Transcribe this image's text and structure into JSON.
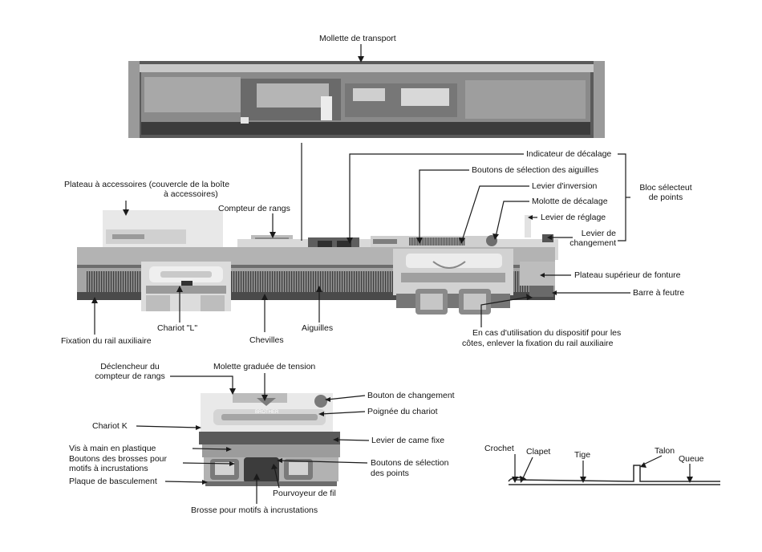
{
  "labels": {
    "mollette_transport": "Mollette de transport",
    "indicateur_decalage": "Indicateur de décalage",
    "boutons_selection_aiguilles": "Boutons de sélection des aiguilles",
    "levier_inversion": "Levier d'inversion",
    "molotte_decalage": "Molotte de décalage",
    "levier_reglage": "Levier de réglage",
    "levier_changement_1": "Levier de",
    "levier_changement_2": "changement",
    "bloc_selecteur_1": "Bloc sélecteut",
    "bloc_selecteur_2": "de points",
    "plateau_accessoires_1": "Plateau à accessoires (couvercle de la boîte",
    "plateau_accessoires_2": "à accessoires)",
    "compteur_rangs": "Compteur de rangs",
    "plateau_superieur": "Plateau supérieur de fonture",
    "barre_feutre": "Barre à feutre",
    "fixation_rail": "Fixation du rail auxiliaire",
    "chariot_l": "Chariot \"L\"",
    "chevilles": "Chevilles",
    "aiguilles": "Aiguilles",
    "note_cotes_1": "En cas d'utilisation du dispositif pour les",
    "note_cotes_2": "côtes, enlever la fixation du rail auxiliaire",
    "declencheur_1": "Déclencheur du",
    "declencheur_2": "compteur de rangs",
    "molette_tension": "Molette graduée de tension",
    "bouton_changement": "Bouton de changement",
    "poignee_chariot": "Poignée du chariot",
    "chariot_k": "Chariot K",
    "levier_came": "Levier de came fixe",
    "vis_plastique": "Vis à main en plastique",
    "boutons_brosses_1": "Boutons des brosses pour",
    "boutons_brosses_2": "motifs à incrustations",
    "plaque_basculement": "Plaque de basculement",
    "boutons_selection_points_1": "Boutons de sélection",
    "boutons_selection_points_2": "des points",
    "pourvoyeur_fil": "Pourvoyeur de fil",
    "brosse_motifs": "Brosse pour motifs à incrustations",
    "crochet": "Crochet",
    "clapet": "Clapet",
    "tige": "Tige",
    "talon": "Talon",
    "queue": "Queue"
  },
  "photo_text": {
    "brand": "BROTHER"
  }
}
